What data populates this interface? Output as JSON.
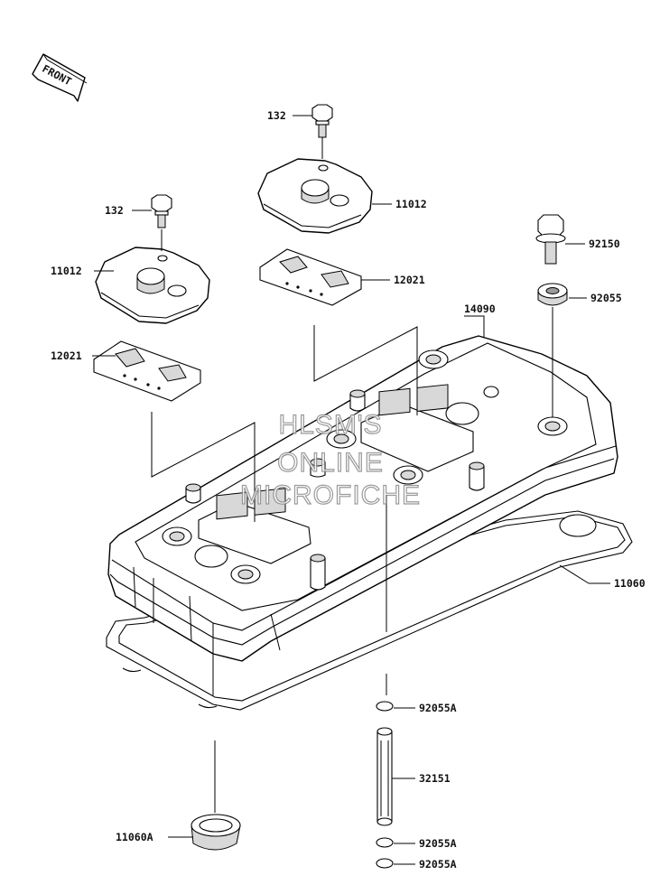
{
  "front_label": "FRONT",
  "watermark": [
    "HLSM'S",
    "ONLINE",
    "MICROFICHE"
  ],
  "callouts": {
    "bolt_top": "132",
    "cap_top": "11012",
    "gasket_top": "12021",
    "bolt_left": "132",
    "cap_left": "11012",
    "gasket_left": "12021",
    "bolt_right": "92150",
    "washer_right": "92055",
    "head_cover": "14090",
    "cover_gasket": "11060",
    "oring_1": "92055A",
    "pipe": "32151",
    "oring_2": "92055A",
    "oring_3": "92055A",
    "plug_gasket": "11060A"
  }
}
